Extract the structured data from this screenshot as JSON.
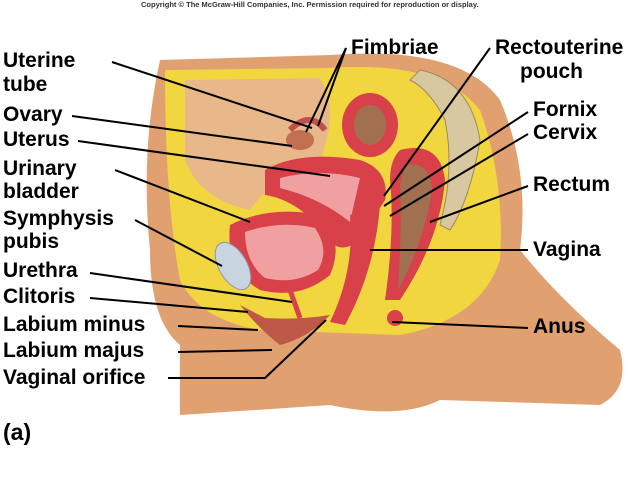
{
  "copyright": "Copyright © The McGraw-Hill Companies, Inc. Permission required for reproduction or display.",
  "panel_label": "(a)",
  "labels_left": {
    "uterine_tube_1": "Uterine",
    "uterine_tube_2": "tube",
    "ovary": "Ovary",
    "uterus": "Uterus",
    "urinary_bladder_1": "Urinary",
    "urinary_bladder_2": "bladder",
    "symphysis_pubis_1": "Symphysis",
    "symphysis_pubis_2": "pubis",
    "urethra": "Urethra",
    "clitoris": "Clitoris",
    "labium_minus": "Labium minus",
    "labium_majus": "Labium majus",
    "vaginal_orifice": "Vaginal orifice"
  },
  "labels_right": {
    "fimbriae": "Fimbriae",
    "rectouterine_pouch_1": "Rectouterine",
    "rectouterine_pouch_2": "pouch",
    "fornix": "Fornix",
    "cervix": "Cervix",
    "rectum": "Rectum",
    "vagina": "Vagina",
    "anus": "Anus"
  },
  "colors": {
    "skin": "#e0a070",
    "fat": "#f2d640",
    "organ": "#d8404a",
    "organ_light": "#f0a0a0",
    "cavity": "#a07050"
  }
}
